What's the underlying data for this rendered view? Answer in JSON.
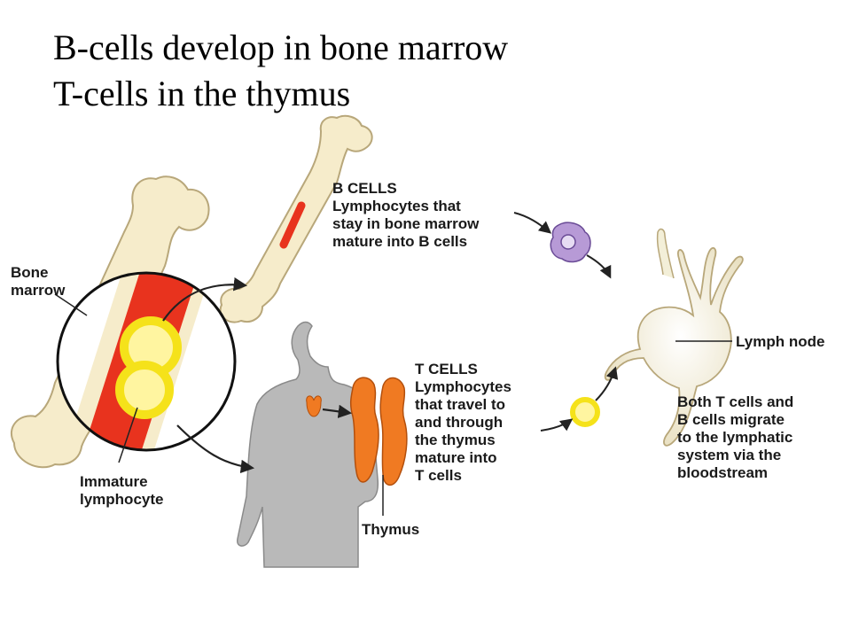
{
  "title": {
    "line1": "B-cells develop in bone marrow",
    "line2": "T-cells in the thymus"
  },
  "labels": {
    "bone_marrow": [
      "Bone",
      "marrow"
    ],
    "immature_lymphocyte": [
      "Immature",
      "lymphocyte"
    ],
    "b_cells": [
      "B CELLS",
      "Lymphocytes that",
      "stay in bone marrow",
      "mature into B cells"
    ],
    "t_cells": [
      "T CELLS",
      "Lymphocytes",
      "that travel to",
      "and through",
      "the thymus",
      "mature into",
      "T cells"
    ],
    "thymus": "Thymus",
    "lymph_node": "Lymph node",
    "migration": [
      "Both T cells and",
      "B cells migrate",
      "to the lymphatic",
      "system via the",
      "bloodstream"
    ]
  },
  "colors": {
    "bone": "#f6eccb",
    "bone_outline": "#b8a77a",
    "marrow": "#e8331e",
    "lymphocyte": "#f5e21a",
    "b_cell": "#b79ad6",
    "thymus": "#f07a22",
    "body": "#b9b9b9",
    "lymph_node": "#f3efd8"
  }
}
